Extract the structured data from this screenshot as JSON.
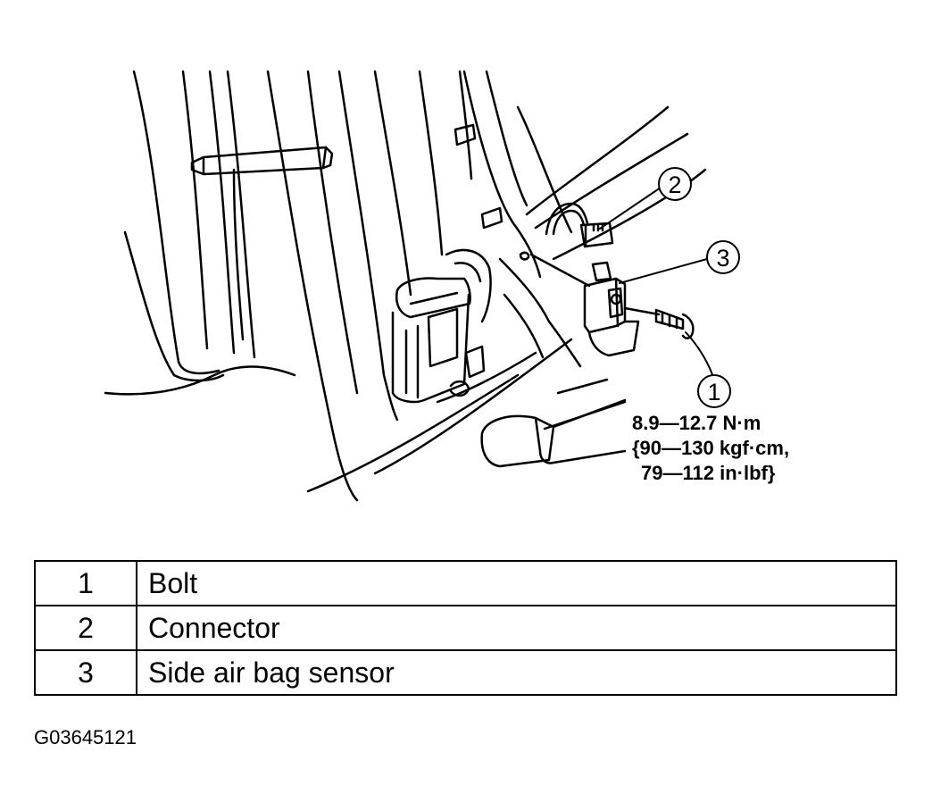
{
  "callouts": [
    {
      "number": "1",
      "part": "Bolt"
    },
    {
      "number": "2",
      "part": "Connector"
    },
    {
      "number": "3",
      "part": "Side air bag sensor"
    }
  ],
  "torque_spec": {
    "line1": "8.9—12.7 N·m",
    "line2": "{90—130 kgf·cm,",
    "line3": "79—112 in·lbf}"
  },
  "legend": {
    "rows": [
      {
        "number": "1",
        "description": "Bolt"
      },
      {
        "number": "2",
        "description": "Connector"
      },
      {
        "number": "3",
        "description": "Side air bag sensor"
      }
    ]
  },
  "figure_id": "G03645121",
  "colors": {
    "ink": "#000000",
    "paper": "#ffffff"
  }
}
